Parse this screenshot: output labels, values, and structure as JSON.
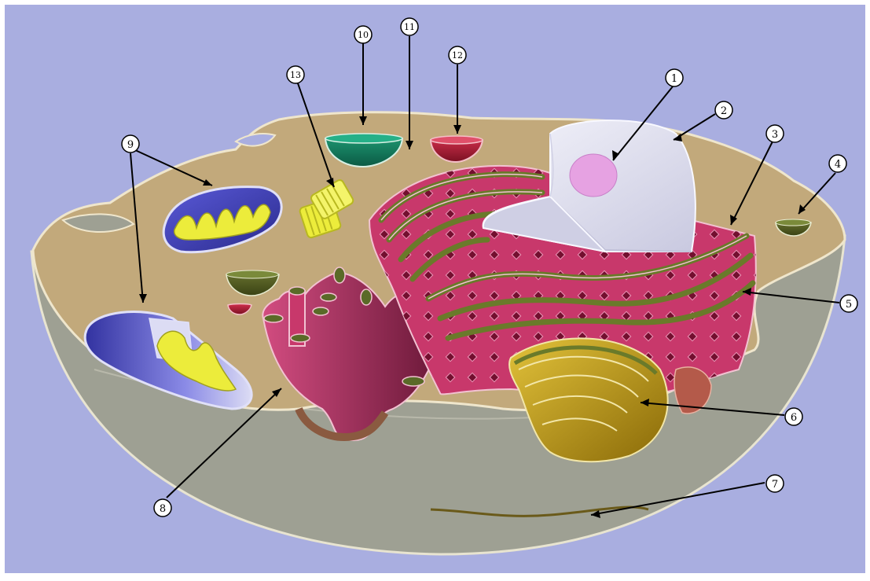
{
  "figure": {
    "background_color": "#a9aee0",
    "cytoplasm_color": "#c2a97b",
    "lower_body_color": "#9ea093",
    "rough_er_color": "#c8386b",
    "smooth_er_color": "#b0306a",
    "golgi_color": "#c9a21a",
    "mitochondrion_color": "#3f3fb8",
    "centriole_color": "#ecec3b",
    "nucleus_color": "#e6e6f2",
    "nucleolus_color": "#e6a2e2",
    "labels": [
      "1",
      "2",
      "3",
      "4",
      "5",
      "6",
      "7",
      "8",
      "9",
      "10",
      "11",
      "12",
      "13"
    ]
  }
}
